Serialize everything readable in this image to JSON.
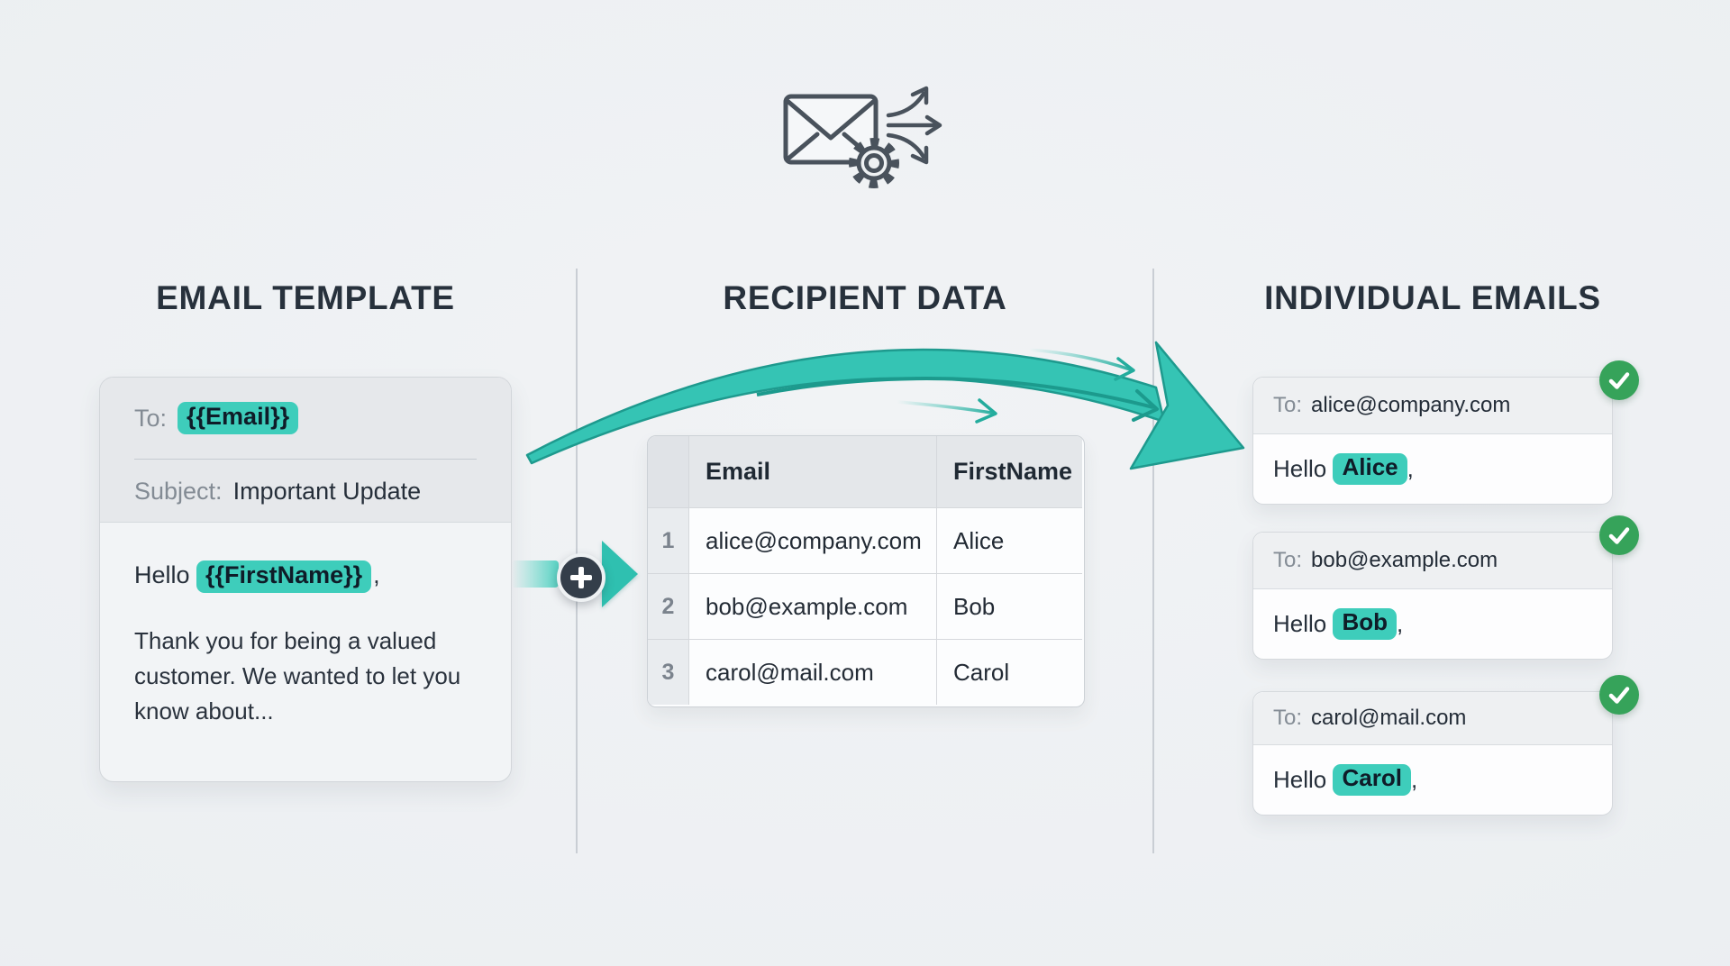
{
  "hero": {
    "icon": "envelope-with-gear-and-send-arrows"
  },
  "sections": {
    "template": {
      "heading": "EMAIL TEMPLATE",
      "card": {
        "to_label": "To:",
        "to_value": "{{Email}}",
        "subject_label": "Subject:",
        "subject_value": "Important Update",
        "greeting_prefix": "Hello",
        "greeting_variable": "{{FirstName}}",
        "greeting_suffix": ",",
        "body_text": "Thank you for being a valued customer. We wanted to let you know about..."
      }
    },
    "recipients": {
      "heading": "RECIPIENT DATA",
      "table": {
        "columns": [
          "Email",
          "FirstName"
        ],
        "rows": [
          {
            "num": "1",
            "email": "alice@company.com",
            "first_name": "Alice"
          },
          {
            "num": "2",
            "email": "bob@example.com",
            "first_name": "Bob"
          },
          {
            "num": "3",
            "email": "carol@mail.com",
            "first_name": "Carol"
          }
        ]
      }
    },
    "individual": {
      "heading": "INDIVIDUAL EMAILS",
      "cards": [
        {
          "to_label": "To:",
          "to_value": "alice@company.com",
          "greeting_prefix": "Hello",
          "name": "Alice",
          "greeting_suffix": ","
        },
        {
          "to_label": "To:",
          "to_value": "bob@example.com",
          "greeting_prefix": "Hello",
          "name": "Bob",
          "greeting_suffix": ","
        },
        {
          "to_label": "To:",
          "to_value": "carol@mail.com",
          "greeting_prefix": "Hello",
          "name": "Carol",
          "greeting_suffix": ","
        }
      ]
    }
  },
  "colors": {
    "accent_teal": "#3ECDBB",
    "arrow_teal": "#35C4B4",
    "arrow_teal_dark": "#1E9A8E",
    "success_green": "#36A35A",
    "slate_dark": "#2A333E",
    "label_gray": "#848C95"
  }
}
